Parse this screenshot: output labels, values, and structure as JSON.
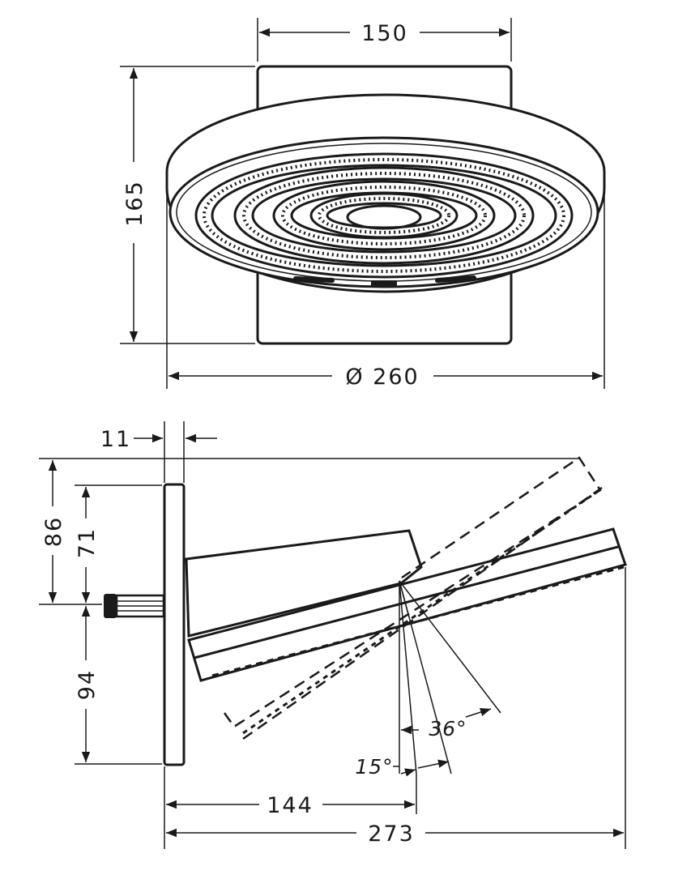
{
  "top_view": {
    "width_dim": "150",
    "height_dim": "165",
    "diameter_dim": "Ø 260"
  },
  "side_view": {
    "wall_thickness_dim": "11",
    "upper_total_dim": "86",
    "upper_inner_dim": "71",
    "lower_dim": "94",
    "angle_36": "36°",
    "angle_15": "15°",
    "arm_length_dim": "144",
    "total_length_dim": "273"
  }
}
